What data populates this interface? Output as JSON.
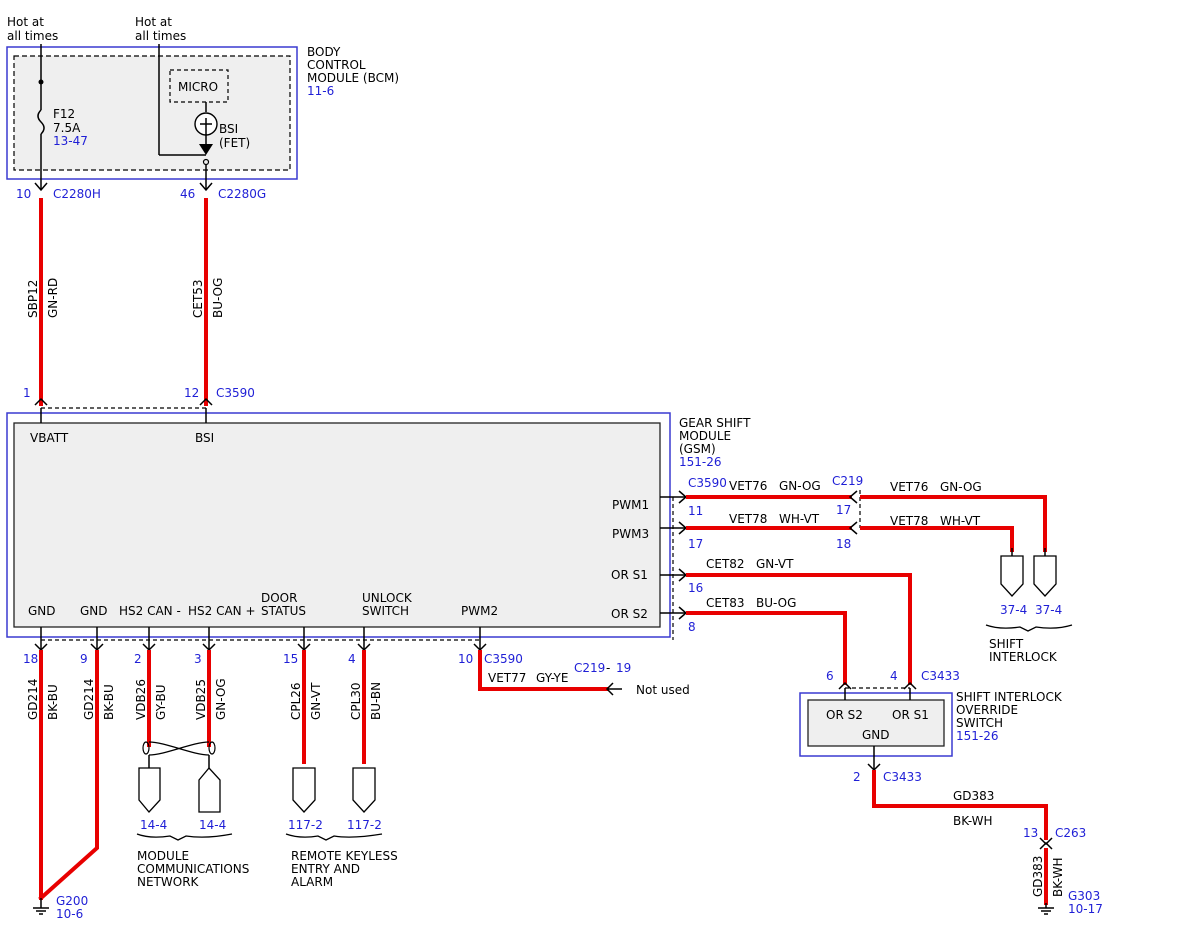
{
  "supply": {
    "left_label": [
      "Hot at",
      "all times"
    ],
    "right_label": [
      "Hot at",
      "all times"
    ]
  },
  "bcm": {
    "title": [
      "BODY",
      "CONTROL",
      "MODULE (BCM)"
    ],
    "ref": "11-6",
    "micro": "MICRO",
    "fuse_name": "F12",
    "fuse_rating": "7.5A",
    "fuse_ref": "13-47",
    "bsi_label": [
      "BSI",
      "(FET)"
    ],
    "pin_left": "10",
    "conn_left": "C2280H",
    "pin_right": "46",
    "conn_right": "C2280G"
  },
  "wires_top": {
    "left_circuit": "SBP12",
    "left_color": "GN-RD",
    "right_circuit": "CET53",
    "right_color": "BU-OG"
  },
  "gsm": {
    "title": [
      "GEAR SHIFT",
      "MODULE",
      "(GSM)"
    ],
    "ref": "151-26",
    "top_pin_left": "1",
    "top_pin_right": "12",
    "top_conn": "C3590",
    "vbatt": "VBATT",
    "bsi": "BSI",
    "pwm1": "PWM1",
    "pwm3": "PWM3",
    "ors1": "OR S1",
    "ors2": "OR S2",
    "bottom_labels": {
      "gnd1": "GND",
      "gnd2": "GND",
      "can_minus": "HS2 CAN -",
      "can_plus": "HS2 CAN +",
      "door": [
        "DOOR",
        "STATUS"
      ],
      "unlock": [
        "UNLOCK",
        "SWITCH"
      ],
      "pwm2": "PWM2"
    },
    "right_conn": "C3590",
    "right_pins": {
      "pwm1": "11",
      "pwm3": "17",
      "ors1": "16",
      "ors2": "8"
    },
    "bottom_pins": {
      "gnd1": "18",
      "gnd2": "9",
      "can_minus": "2",
      "can_plus": "3",
      "door": "15",
      "unlock": "4",
      "pwm2": "10"
    },
    "bottom_conn": "C3590"
  },
  "right_wires": {
    "pwm1_circuit": "VET76",
    "pwm1_color": "GN-OG",
    "pwm3_circuit": "VET78",
    "pwm3_color": "WH-VT",
    "c219": "C219",
    "c219_pin_a": "17",
    "c219_pin_b": "18",
    "after_pwm1_circuit": "VET76",
    "after_pwm1_color": "GN-OG",
    "after_pwm3_circuit": "VET78",
    "after_pwm3_color": "WH-VT",
    "ors1_circuit": "CET82",
    "ors1_color": "GN-VT",
    "ors2_circuit": "CET83",
    "ors2_color": "BU-OG"
  },
  "shift_interlock": {
    "ref_a": "37-4",
    "ref_b": "37-4",
    "label": [
      "SHIFT",
      "INTERLOCK"
    ]
  },
  "override_switch": {
    "title": [
      "SHIFT INTERLOCK",
      "OVERRIDE",
      "SWITCH"
    ],
    "ref": "151-26",
    "ors2": "OR S2",
    "ors1": "OR S1",
    "gnd": "GND",
    "pin6": "6",
    "pin4": "4",
    "conn_top": "C3433",
    "pin2": "2",
    "conn_bottom": "C3433"
  },
  "ground_right": {
    "circuit": "GD383",
    "color": "BK-WH",
    "pin": "13",
    "conn": "C263",
    "vert_circuit": "GD383",
    "vert_color": "BK-WH",
    "ground": "G303",
    "ground_ref": "10-17"
  },
  "pwm2_wire": {
    "circuit": "VET77",
    "color": "GY-YE",
    "conn": "C219",
    "dash": "-",
    "pin": "19",
    "not_used": "Not used"
  },
  "bottom_wires": {
    "gnd1_circuit": "GD214",
    "gnd1_color": "BK-BU",
    "gnd2_circuit": "GD214",
    "gnd2_color": "BK-BU",
    "can_minus_circuit": "VDB26",
    "can_minus_color": "GY-BU",
    "can_plus_circuit": "VDB25",
    "can_plus_color": "GN-OG",
    "door_circuit": "CPL26",
    "door_color": "GN-VT",
    "unlock_circuit": "CPL30",
    "unlock_color": "BU-BN"
  },
  "bottom_refs": {
    "mcn_a": "14-4",
    "mcn_b": "14-4",
    "mcn_label": [
      "MODULE",
      "COMMUNICATIONS",
      "NETWORK"
    ],
    "rke_a": "117-2",
    "rke_b": "117-2",
    "rke_label": [
      "REMOTE KEYLESS",
      "ENTRY AND",
      "ALARM"
    ],
    "ground": "G200",
    "ground_ref": "10-6"
  }
}
